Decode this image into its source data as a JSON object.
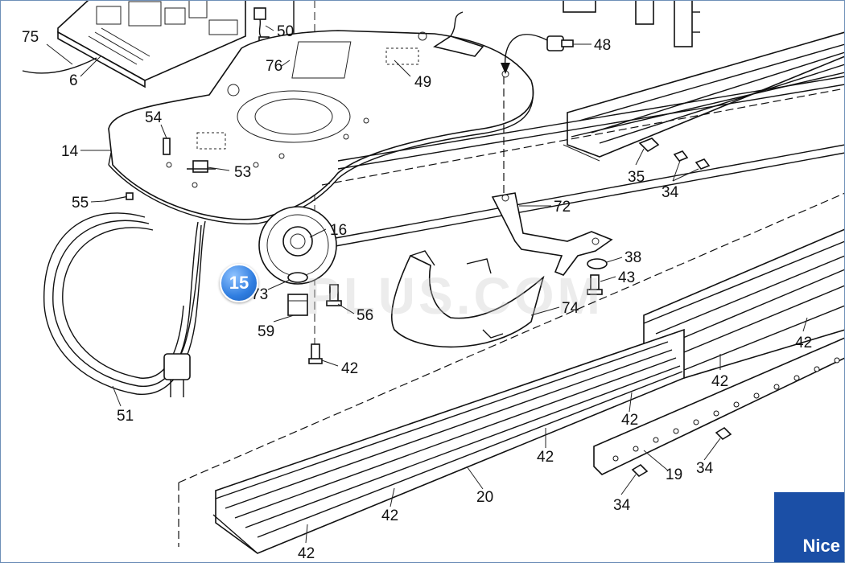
{
  "diagram": {
    "labels": [
      "75",
      "6",
      "50",
      "76",
      "49",
      "48",
      "54",
      "14",
      "53",
      "55",
      "35",
      "34",
      "16",
      "72",
      "38",
      "43",
      "15",
      "73",
      "56",
      "59",
      "74",
      "42",
      "42",
      "42",
      "42",
      "42",
      "42",
      "42",
      "51",
      "19",
      "34",
      "34",
      "20"
    ],
    "watermark": "PLUS.COM",
    "brand": "Nice",
    "badge": "15"
  }
}
